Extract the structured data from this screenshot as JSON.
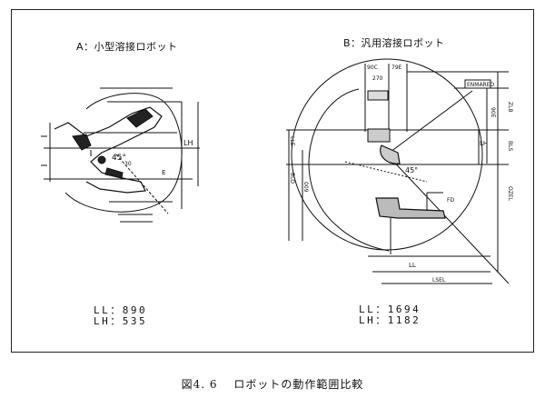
{
  "figure": {
    "caption": "図4. 6　 ロボットの動作範囲比較",
    "panel_a": {
      "title": "A：小型溶接ロボット",
      "ll": "LL：890",
      "lh": "LH：535",
      "lh_label": "LH",
      "angle": "45°",
      "dim_labels": [
        "30",
        "E"
      ]
    },
    "panel_b": {
      "title": "B：汎用溶接ロボット",
      "ll": "LL：1694",
      "lh": "LH：1182",
      "lh_label": "LH",
      "ll_label": "LL",
      "angle": "45°",
      "dims_top": [
        "90C",
        "79E",
        "270"
      ],
      "dims_right": [
        "ZLB",
        "90E",
        "BLS",
        "OZEL"
      ],
      "dims_left": [
        "LLE",
        "BLO",
        "009"
      ],
      "dim_bottom": "LSEL",
      "tag": "ENMAREO",
      "tool_label": "FD"
    }
  }
}
